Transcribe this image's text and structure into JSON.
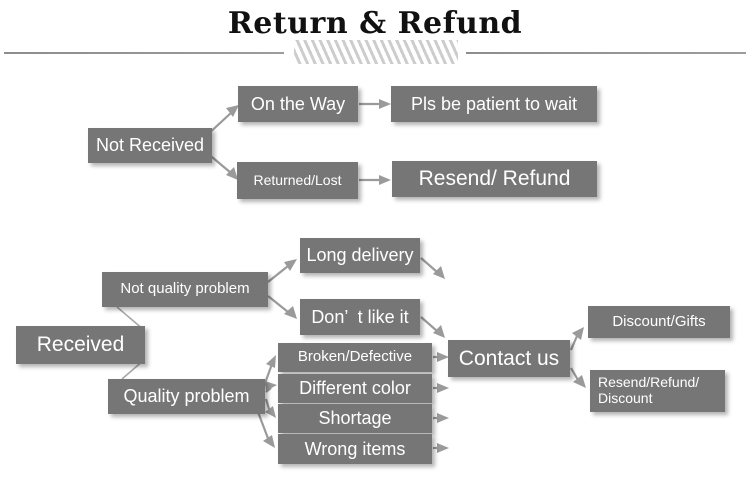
{
  "header": {
    "title": "Return & Refund",
    "divider_icon": "diagonal-hatch-ornament"
  },
  "diagram": {
    "type": "flowchart",
    "node_fill": "#767676",
    "node_text_color": "#ffffff",
    "connector_color": "#9a9a9a",
    "branches": [
      {
        "root": "Not Received",
        "paths": [
          {
            "condition": "On the Way",
            "outcome": "Pls be patient to wait"
          },
          {
            "condition": "Returned/Lost",
            "outcome": "Resend/ Refund"
          }
        ]
      },
      {
        "root": "Received",
        "categories": [
          {
            "label": "Not quality problem",
            "reasons": [
              "Long delivery",
              "Don’  t like it"
            ]
          },
          {
            "label": "Quality problem",
            "reasons": [
              "Broken/Defective",
              "Different color",
              "Shortage",
              "Wrong items"
            ]
          }
        ],
        "action": "Contact us",
        "resolutions": [
          "Discount/Gifts",
          "Resend/Refund/\nDiscount"
        ]
      }
    ]
  },
  "nodes": {
    "not_received": "Not Received",
    "on_the_way": "On the Way",
    "pls_wait": "Pls be patient to wait",
    "returned_lost": "Returned/Lost",
    "resend_refund": "Resend/ Refund",
    "received": "Received",
    "not_quality_problem": "Not quality problem",
    "quality_problem": "Quality problem",
    "long_delivery": "Long delivery",
    "dont_like_it": "Don’  t like it",
    "broken_defective": "Broken/Defective",
    "different_color": "Different color",
    "shortage": "Shortage",
    "wrong_items": "Wrong items",
    "contact_us": "Contact us",
    "discount_gifts": "Discount/Gifts",
    "resend_refund_discount": "Resend/Refund/\nDiscount"
  }
}
